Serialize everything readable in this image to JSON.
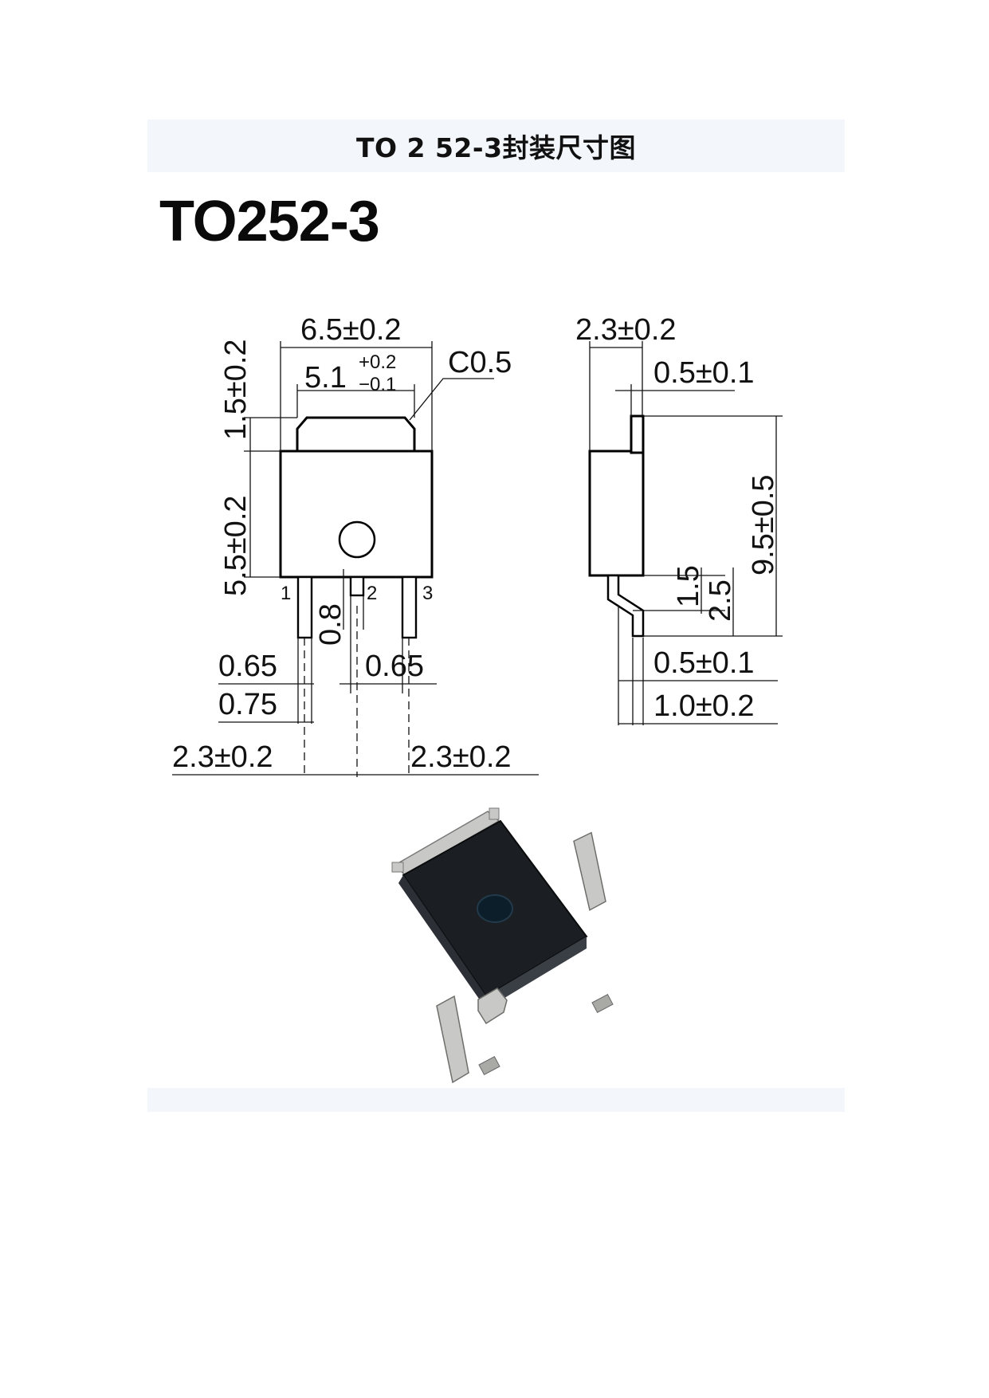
{
  "header": {
    "title": "TO 2 52-3封装尺寸图"
  },
  "package_name": "TO252-3",
  "front_view": {
    "width_total": "6.5±0.2",
    "width_tab_main": "5.1",
    "width_tab_tol_plus": "+0.2",
    "width_tab_tol_minus": "−0.1",
    "chamfer": "C0.5",
    "tab_height": "1.5±0.2",
    "body_height": "5.5±0.2",
    "pin1": "1",
    "pin2": "2",
    "pin3": "3",
    "lead_gap": "0.8",
    "lead_width_left": "0.65",
    "lead_width_right": "0.65",
    "lead_spacing_075": "0.75",
    "pitch_left": "2.3±0.2",
    "pitch_right": "2.3±0.2"
  },
  "side_view": {
    "thickness": "2.3±0.2",
    "tab_thickness": "0.5±0.1",
    "total_height": "9.5±0.5",
    "lead_bend": "1.5",
    "lead_length": "2.5",
    "lead_thickness": "0.5±0.1",
    "lead_offset": "1.0±0.2"
  },
  "colors": {
    "band": "#f3f7fc",
    "package_body": "#1b1e22",
    "lead_metal": "#c8c9c6"
  }
}
